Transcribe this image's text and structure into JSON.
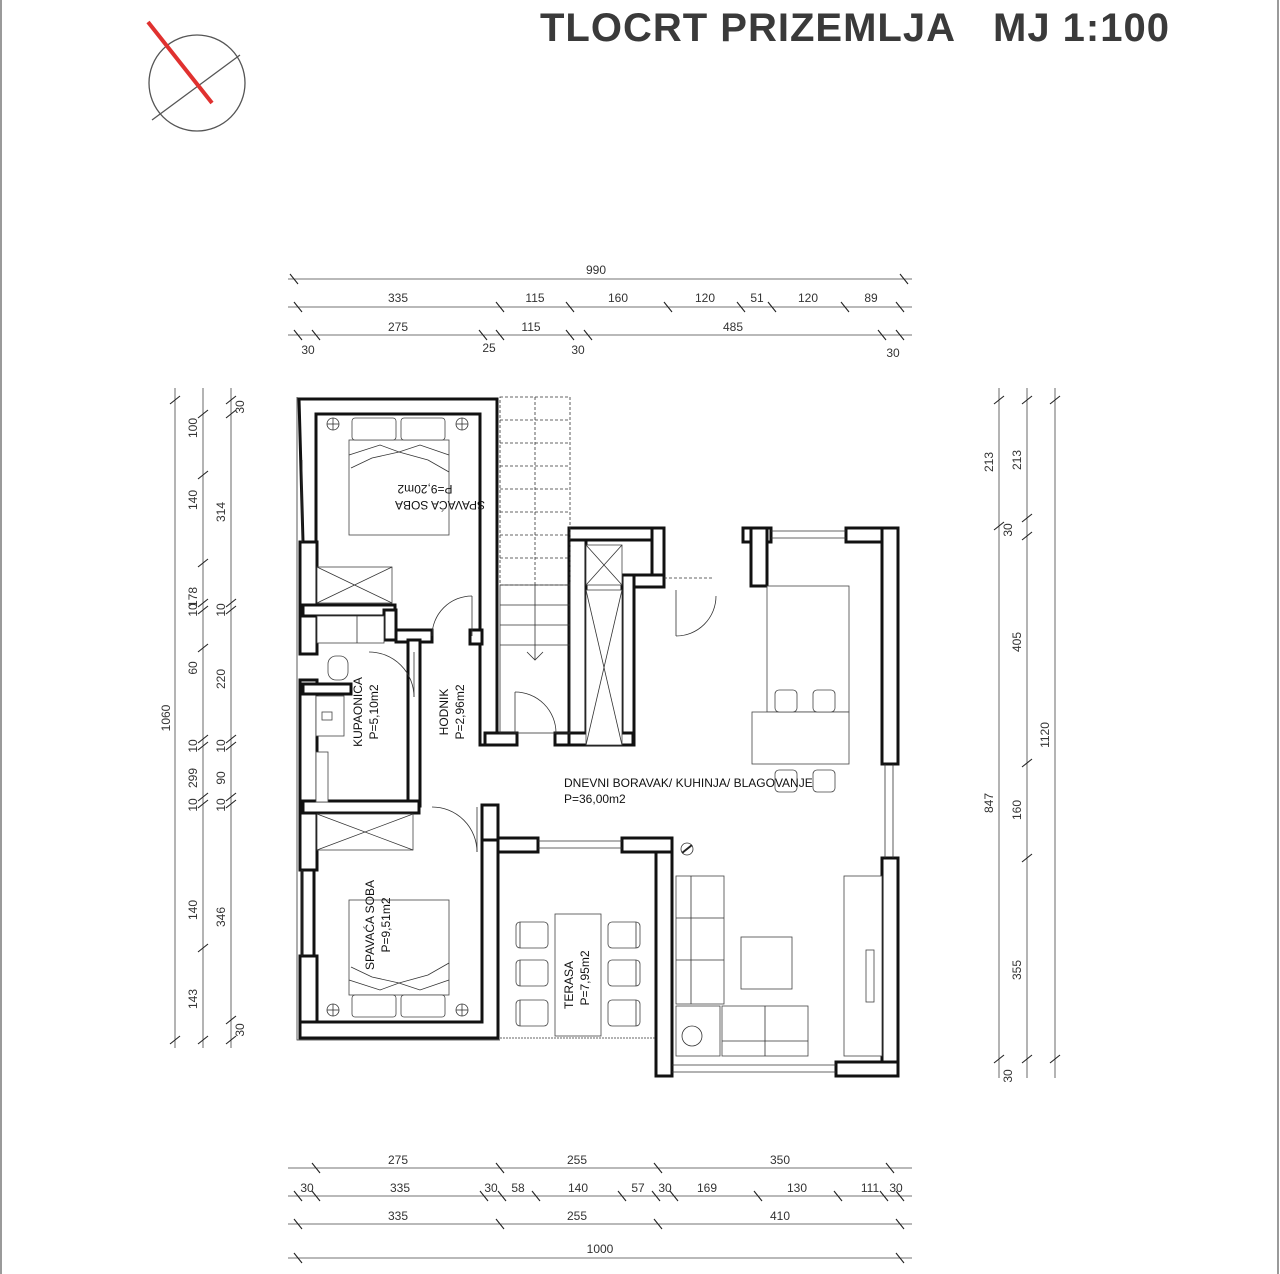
{
  "header": {
    "title": "TLOCRT PRIZEMLJA",
    "scale": "MJ 1:100"
  },
  "north_arrow": {
    "icon": "north-arrow-icon",
    "needle_color": "#e0312f"
  },
  "dimensions": {
    "top_total": "990",
    "top_row1": [
      "335",
      "115",
      "160",
      "120",
      "51",
      "120",
      "89"
    ],
    "top_row2": [
      "275",
      "115",
      "485"
    ],
    "top_row2_small": [
      "30",
      "25",
      "30",
      "30"
    ],
    "bottom_row1": [
      "275",
      "255",
      "350"
    ],
    "bottom_row2": [
      "30",
      "335",
      "30",
      "58",
      "140",
      "57",
      "30",
      "169",
      "130",
      "111",
      "30"
    ],
    "bottom_row3": [
      "335",
      "255",
      "410"
    ],
    "bottom_total": "1000",
    "left_total": "1060",
    "left_outer": [
      "100",
      "140",
      "178",
      "10",
      "60",
      "10",
      "299",
      "10",
      "140",
      "143"
    ],
    "left_inner": [
      "30",
      "314",
      "10",
      "220",
      "10",
      "90",
      "10",
      "346",
      "30"
    ],
    "right_inner": [
      "213",
      "30",
      "405",
      "160",
      "355",
      "30"
    ],
    "right_outer": [
      "213",
      "847"
    ],
    "right_total": "1120"
  },
  "rooms": {
    "bedroom1": {
      "name": "SPAVAĆA SOBA",
      "area": "P=9,20m2"
    },
    "bathroom": {
      "name": "KUPAONICA",
      "area": "P=5,10m2"
    },
    "hallway": {
      "name": "HODNIK",
      "area": "P=2,96m2"
    },
    "living": {
      "name": "DNEVNI BORAVAK/ KUHINJA/ BLAGOVANJE",
      "area": "P=36,00m2"
    },
    "bedroom2": {
      "name": "SPAVAĆA SOBA",
      "area": "P=9,51m2"
    },
    "terrace": {
      "name": "TERASA",
      "area": "P=7,95m2"
    }
  }
}
